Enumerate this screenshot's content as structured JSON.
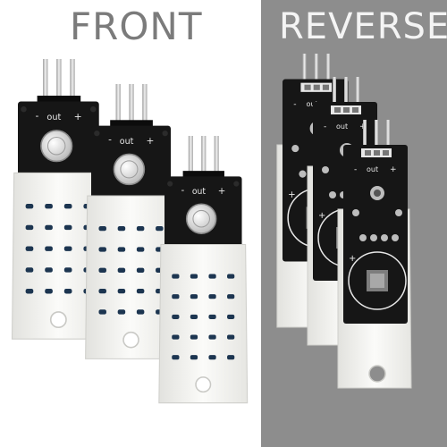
{
  "headings": {
    "front": "FRONT",
    "reverse": "REVERSE"
  },
  "silkscreen": {
    "minus": "-",
    "out": "out",
    "plus": "+"
  },
  "colors": {
    "reverse_background": "#8d8d8d",
    "pcb": "#161616",
    "sensor_housing": "#f1f1ee",
    "pins": "#d6d6d6"
  }
}
